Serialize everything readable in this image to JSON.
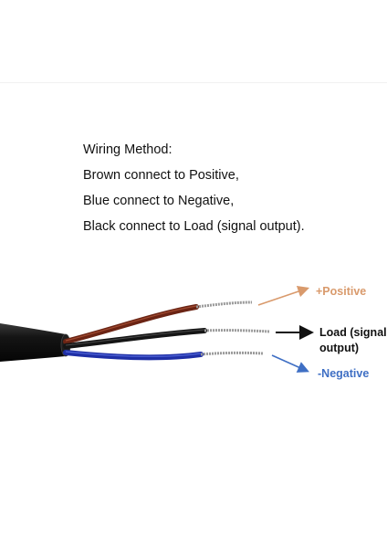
{
  "text": {
    "heading": "Wiring Method:",
    "lines": [
      "Brown connect to Positive,",
      "Blue connect to Negative,",
      "Black connect to Load (signal output)."
    ]
  },
  "callouts": {
    "positive": "+Positive",
    "load_line1": "Load (signal",
    "load_line2": "output)",
    "negative": "-Negative"
  },
  "colors": {
    "positive_label": "#d99a6c",
    "negative_label": "#3f6fc4",
    "load_label": "#111111",
    "brown_wire": "#6b2414",
    "black_wire": "#151515",
    "blue_wire": "#1f2fa6",
    "cable_jacket": "#141414"
  }
}
